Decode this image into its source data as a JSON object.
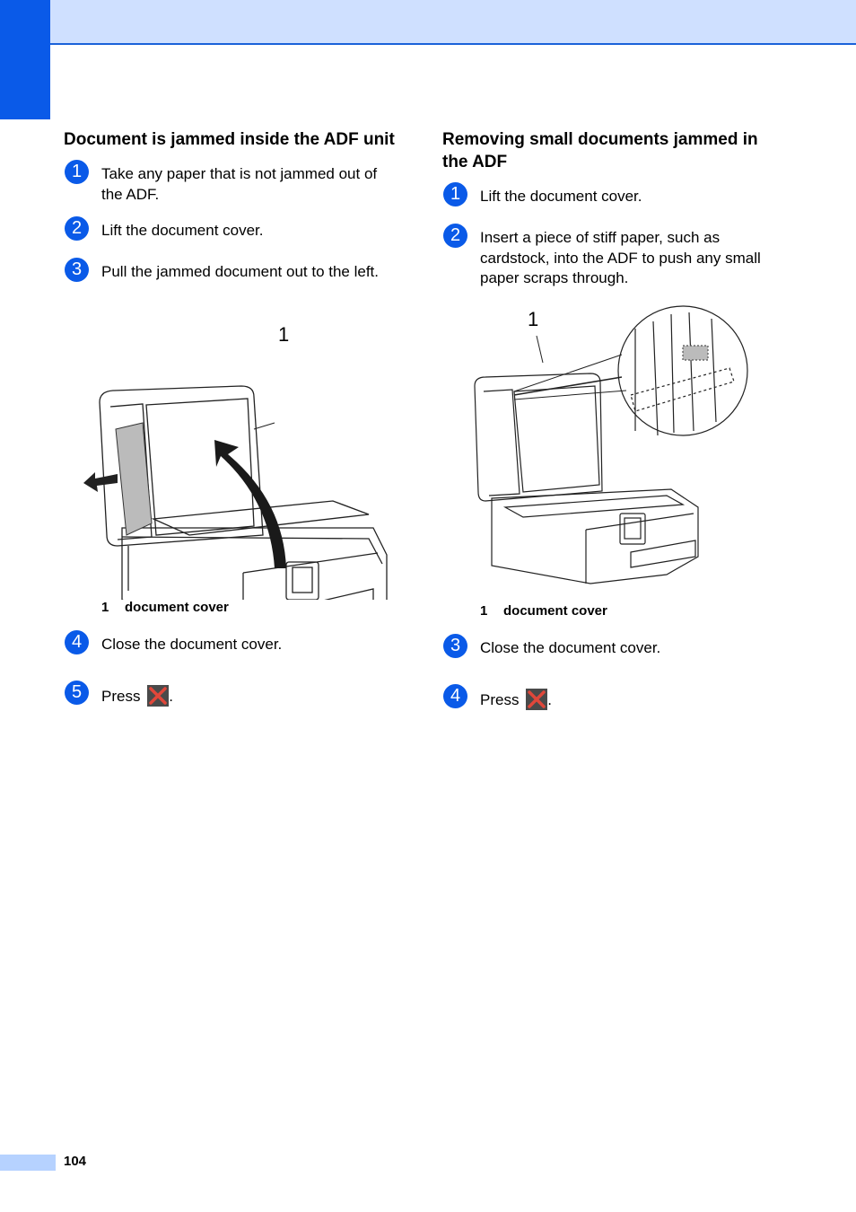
{
  "page": {
    "number": "104"
  },
  "left": {
    "heading": "Document is jammed inside the ADF unit",
    "steps": [
      {
        "num": "1",
        "text": "Take any paper that is not jammed out of the ADF."
      },
      {
        "num": "2",
        "text": "Lift the document cover."
      },
      {
        "num": "3",
        "text": "Pull the jammed document out to the left."
      }
    ],
    "figure": {
      "callout": "1"
    },
    "caption": {
      "num": "1",
      "label": "document cover"
    },
    "steps_after": [
      {
        "num": "4",
        "text": "Close the document cover."
      },
      {
        "num": "5",
        "text": "Press",
        "suffix": "."
      }
    ]
  },
  "right": {
    "heading": "Removing small documents jammed in the ADF",
    "steps": [
      {
        "num": "1",
        "text": "Lift the document cover."
      },
      {
        "num": "2",
        "text": "Insert a piece of stiff paper, such as cardstock, into the ADF to push any small paper scraps through."
      }
    ],
    "figure": {
      "callout": "1"
    },
    "caption": {
      "num": "1",
      "label": "document cover"
    },
    "steps_after": [
      {
        "num": "3",
        "text": "Close the document cover."
      },
      {
        "num": "4",
        "text": "Press",
        "suffix": "."
      }
    ]
  },
  "icons": {
    "stop": "stop-x-icon"
  },
  "colors": {
    "accent": "#0a5ae8",
    "header_band": "#cfe0ff",
    "stop_icon_bg": "#4a4a4a",
    "stop_icon_x": "#e0473a"
  }
}
